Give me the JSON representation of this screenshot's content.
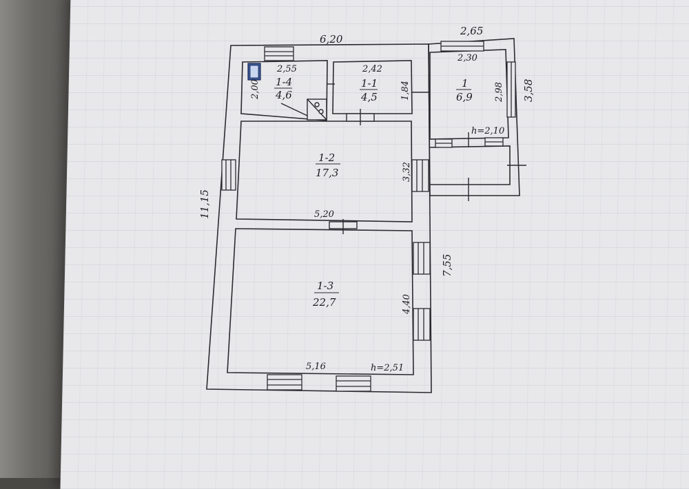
{
  "plan": {
    "outer_dimensions": {
      "top_main": "6,20",
      "top_annex": "2,65",
      "left_total": "11,15",
      "right_lower": "7,55",
      "right_annex": "3,58"
    },
    "rooms": [
      {
        "id": "1-4",
        "area": "4,6",
        "width": "2,55",
        "depth": "2,00"
      },
      {
        "id": "1-1",
        "area": "4,5",
        "width": "2,42",
        "depth": "1,84"
      },
      {
        "id": "1",
        "area": "6,9",
        "width": "2,30",
        "depth": "2,98",
        "height": "h=2,10"
      },
      {
        "id": "1-2",
        "area": "17,3",
        "width": "5,20",
        "depth": "3,32"
      },
      {
        "id": "1-3",
        "area": "22,7",
        "width": "5,16",
        "depth": "4,40",
        "height": "h=2,51"
      }
    ]
  }
}
